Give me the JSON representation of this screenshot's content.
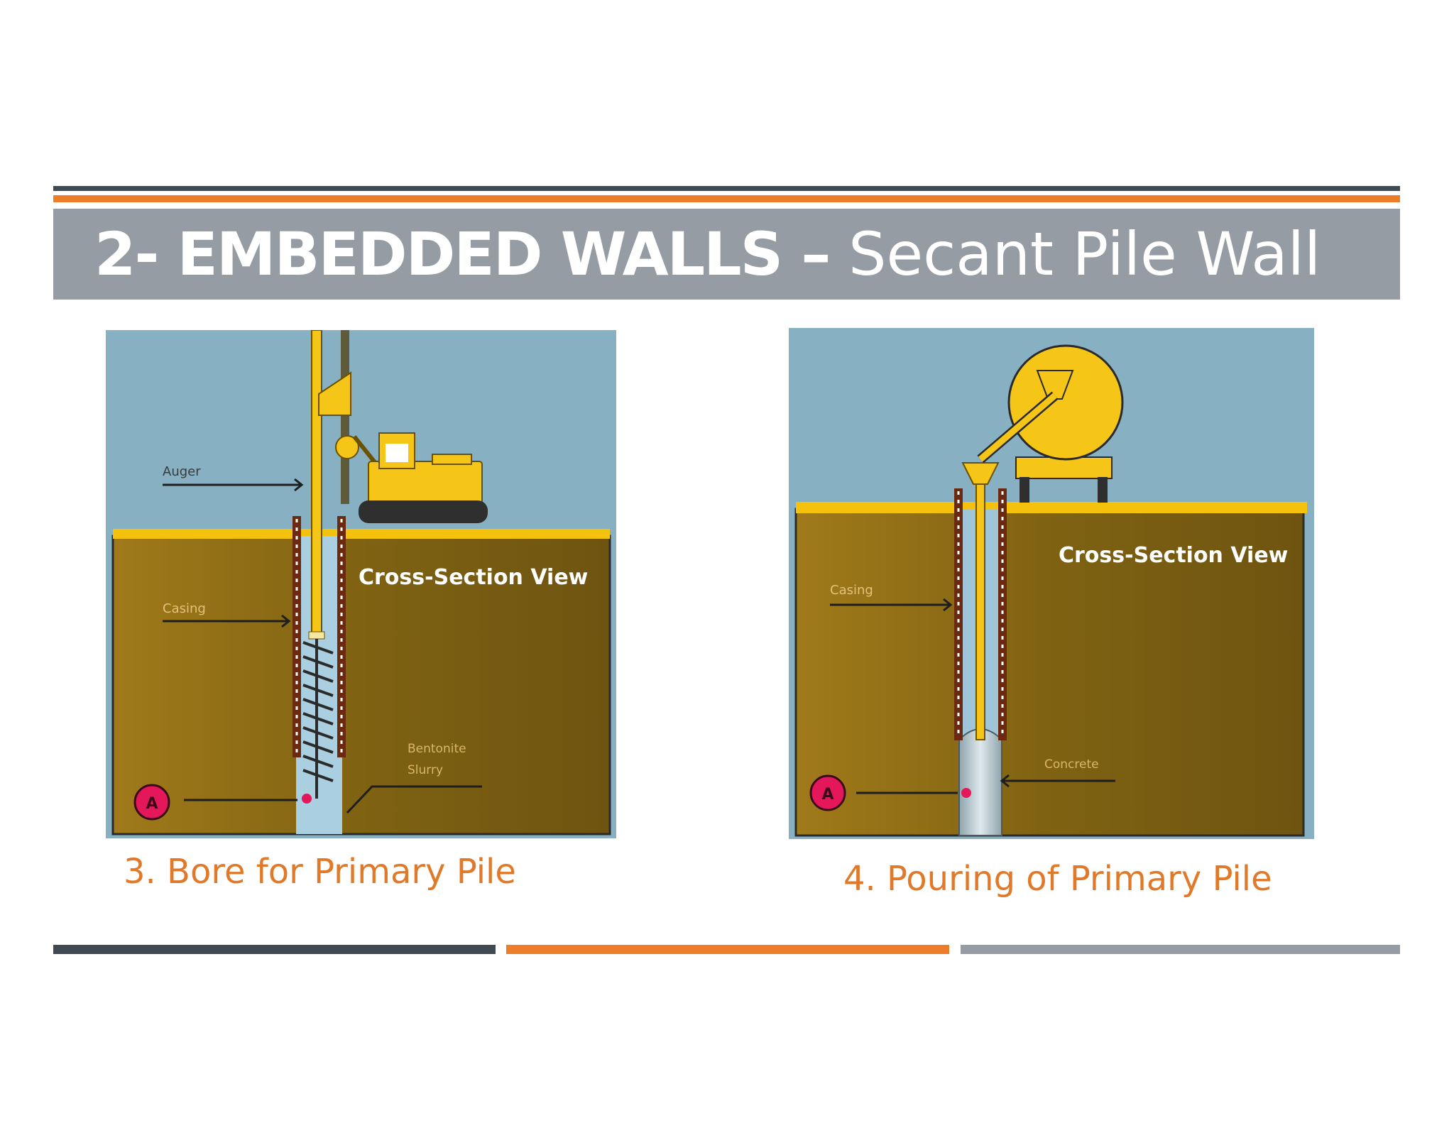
{
  "slide": {
    "title_bold": "2- EMBEDDED WALLS –",
    "title_light": "Secant Pile Wall"
  },
  "panels": [
    {
      "view_label": "Cross-Section View",
      "labels": {
        "auger": "Auger",
        "casing": "Casing",
        "slurry_line1": "Bentonite",
        "slurry_line2": "Slurry",
        "marker": "A"
      },
      "caption": "3. Bore for Primary Pile"
    },
    {
      "view_label": "Cross-Section View",
      "labels": {
        "casing": "Casing",
        "concrete": "Concrete",
        "marker": "A"
      },
      "caption": "4. Pouring of Primary Pile"
    }
  ],
  "colors": {
    "rule_dark": "#3f4a52",
    "rule_orange": "#ee7d2a",
    "title_bar": "#959ca3",
    "caption": "#e07a2a",
    "sky": "#87b0c2",
    "soil": "#8b6a14",
    "machine_yellow": "#f5c518"
  }
}
